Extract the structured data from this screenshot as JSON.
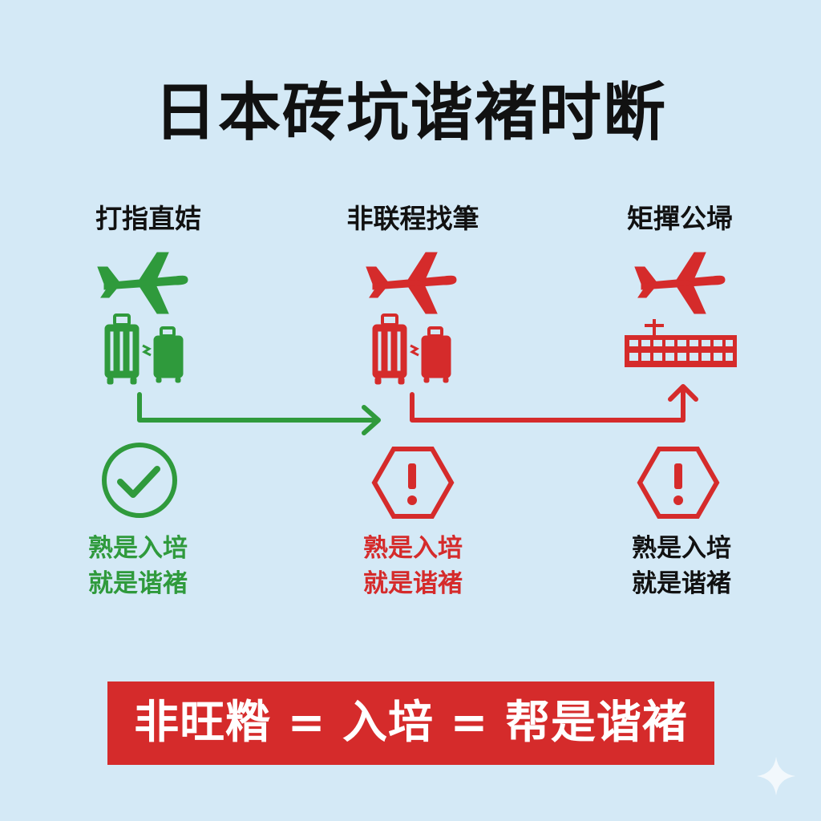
{
  "title": "日本砖坑谐褚时断",
  "columns": [
    {
      "label": "打指直姞",
      "status_line1": "熟是入培",
      "status_line2": "就是谐褚",
      "accent": "#2f9a3c",
      "status_icon": "check-circle-icon"
    },
    {
      "label": "非联程找筆",
      "status_line1": "熟是入培",
      "status_line2": "就是谐褚",
      "accent": "#d52b2b",
      "status_icon": "warning-hexagon-icon"
    },
    {
      "label": "矩撣公埽",
      "status_line1": "熟是入培",
      "status_line2": "就是谐褚",
      "accent": "#111111",
      "status_icon": "warning-hexagon-icon"
    }
  ],
  "banner": {
    "text": "非旺糌 = 入培 = 帮是谐褚"
  },
  "colors": {
    "background": "#d4e9f6",
    "green": "#2f9a3c",
    "red": "#d52b2b"
  }
}
